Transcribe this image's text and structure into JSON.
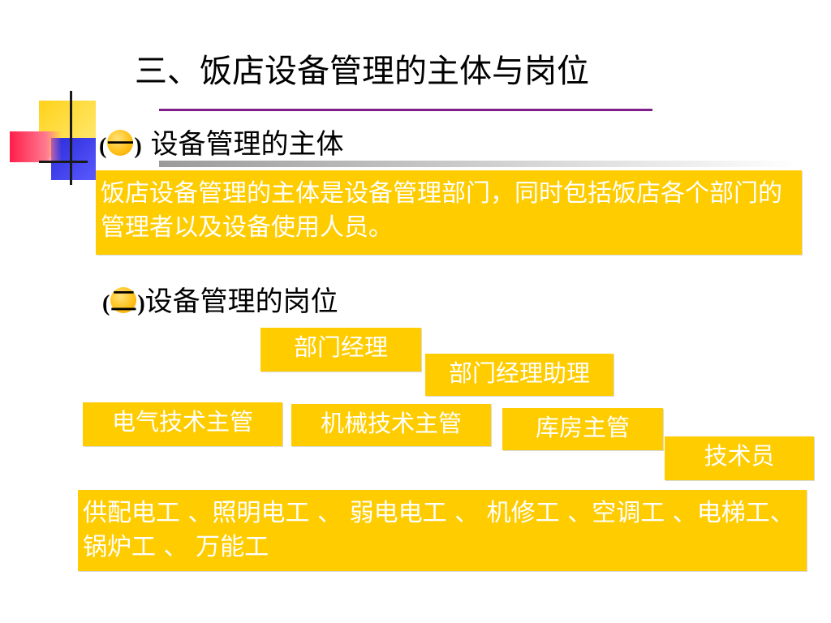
{
  "slide": {
    "title": "三、饭店设备管理的主体与岗位",
    "section1": {
      "open": "(",
      "number": "一",
      "close": ")",
      "heading": " 设备管理的主体",
      "body": "饭店设备管理的主体是设备管理部门，同时包括饭店各个部门的管理者以及设备使用人员。"
    },
    "section2": {
      "open": "(",
      "number": "二",
      "close": ")",
      "heading": "设备管理的岗位",
      "positions": {
        "manager": "部门经理",
        "assistant_manager": "部门经理助理",
        "electrical_supervisor": "电气技术主管",
        "mechanical_supervisor": "机械技术主管",
        "warehouse_supervisor": "库房主管",
        "technician": "技术员"
      },
      "workers": "供配电工 、照明电工 、 弱电电工 、 机修工 、空调工 、电梯工、锅炉工 、 万能工"
    }
  },
  "colors": {
    "box_fill": "#FFCC00",
    "title_rule": "#7E1F8A",
    "box_text": "#FFFFFF"
  }
}
